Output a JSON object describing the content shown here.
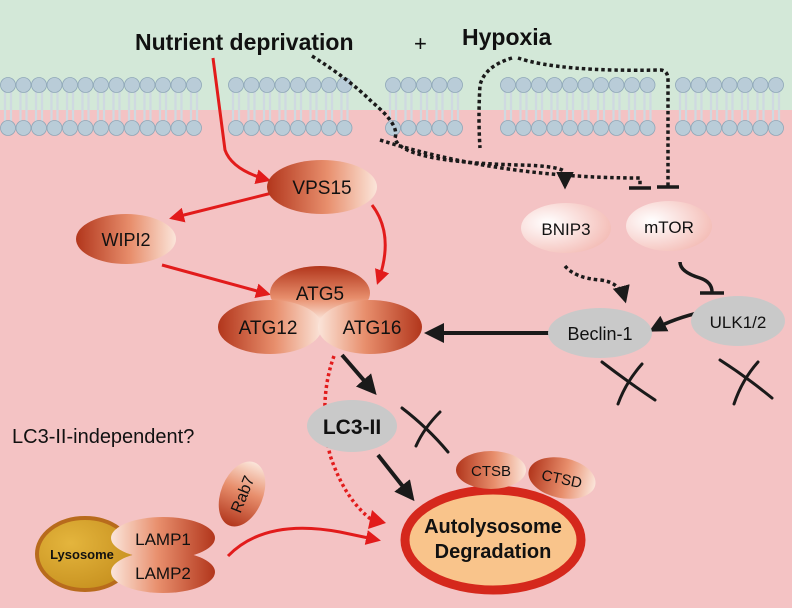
{
  "colors": {
    "extracellular": "#d3e8d8",
    "cytoplasm": "#f4c3c4",
    "membrane_head": "#b9ccd8",
    "membrane_tail": "#cfd9e1",
    "activation_arrow": "#e21b1b",
    "pathway_arrow": "#1a1a1a",
    "protein_dark": "#b2361c",
    "protein_light": "#fbe5da",
    "gray_protein": "#c9c9c9",
    "lysosome": "#d5a02a",
    "autolysosome_ring": "#d5281c",
    "autolysosome_fill": "#f9c48b"
  },
  "icons": [
    "cell-membrane-bilayer",
    "inhibition-x-mark"
  ],
  "labels": {
    "nutrient": "Nutrient deprivation",
    "plus": "+",
    "hypoxia": "Hypoxia",
    "vps15": "VPS15",
    "wipi2": "WIPI2",
    "atg5": "ATG5",
    "atg12": "ATG12",
    "atg16": "ATG16",
    "bnip3": "BNIP3",
    "mtor": "mTOR",
    "beclin1": "Beclin-1",
    "ulk12": "ULK1/2",
    "lc3ii": "LC3-II",
    "lc3_independent": "LC3-II-independent?",
    "rab7": "Rab7",
    "lysosome": "Lysosome",
    "lamp1": "LAMP1",
    "lamp2": "LAMP2",
    "ctsb": "CTSB",
    "ctsd": "CTSD",
    "autolysosome_line1": "Autolysosome",
    "autolysosome_line2": "Degradation"
  }
}
